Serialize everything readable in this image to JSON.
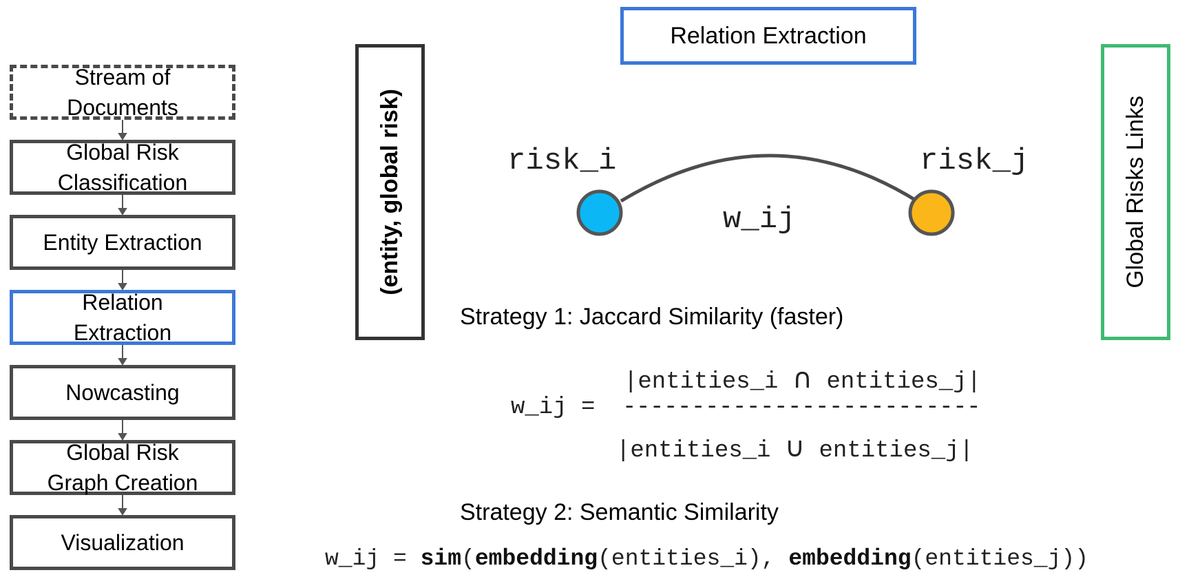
{
  "pipeline": [
    {
      "label_line1": "Stream of",
      "label_line2": "Documents",
      "style": "dashed"
    },
    {
      "label_line1": "Global Risk",
      "label_line2": "Classification",
      "style": "normal"
    },
    {
      "label_line1": "Entity Extraction",
      "label_line2": "",
      "style": "normal"
    },
    {
      "label_line1": "Relation",
      "label_line2": "Extraction",
      "style": "active"
    },
    {
      "label_line1": "Nowcasting",
      "label_line2": "",
      "style": "normal"
    },
    {
      "label_line1": "Global Risk",
      "label_line2": "Graph Creation",
      "style": "normal"
    },
    {
      "label_line1": "Visualization",
      "label_line2": "",
      "style": "normal"
    }
  ],
  "stage_title": "Relation Extraction",
  "input_label": "(entity, global risk)",
  "output_label": "Global Risks Links",
  "graph": {
    "node_i": {
      "label": "risk_i",
      "color": "#0bb8f5"
    },
    "node_j": {
      "label": "risk_j",
      "color": "#fbb61a"
    },
    "edge_label": "w_ij",
    "edge_color": "#4d4d4d"
  },
  "strategy1": {
    "title": "Strategy 1: Jaccard Similarity (faster)",
    "lhs": "w_ij =",
    "numerator_a": "|entities_i",
    "numerator_op": "∩",
    "numerator_b": "entities_j|",
    "divider": "--------------------------",
    "denominator_a": "|entities_i",
    "denominator_op": "∪",
    "denominator_b": "entities_j|"
  },
  "strategy2": {
    "title": "Strategy 2: Semantic Similarity",
    "lhs": "w_ij = ",
    "fn_sim": "sim",
    "open1": "(",
    "fn_emb_a": "embedding",
    "arg_a": "(entities_i), ",
    "fn_emb_b": "embedding",
    "arg_b": "(entities_j))"
  },
  "colors": {
    "box_border": "#4a4a4a",
    "active_border": "#3c78d8",
    "output_border": "#3fba72"
  }
}
